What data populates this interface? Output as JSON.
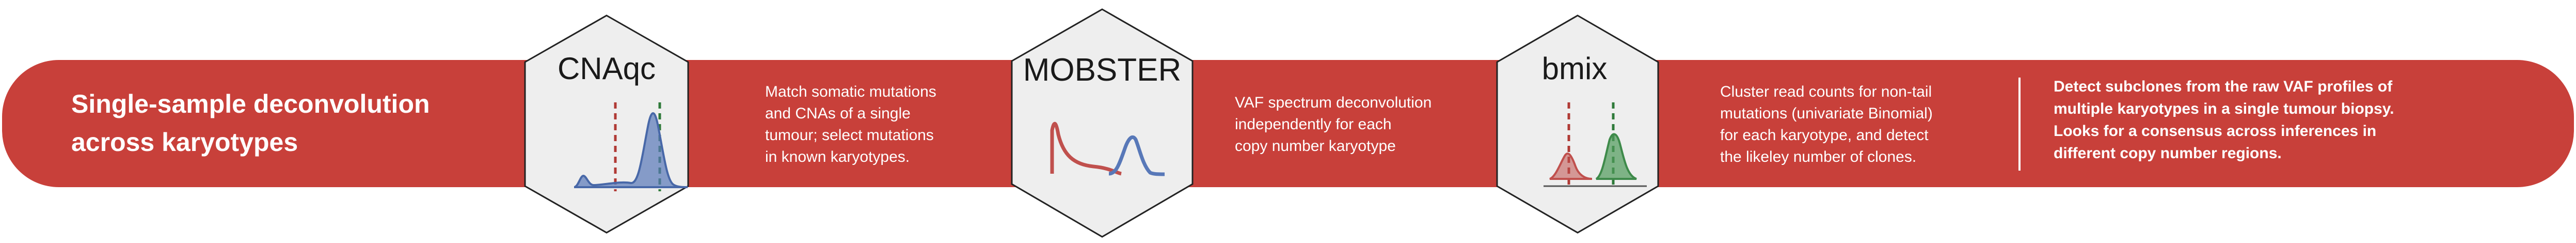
{
  "banner": {
    "title_line1": "Single-sample deconvolution",
    "title_line2": "across karyotypes",
    "colors": {
      "band": "#c8403a",
      "hexagon_fill": "#eeeeee",
      "hexagon_stroke": "#222222",
      "red_curve": "#c0504d",
      "blue_curve": "#5878b8",
      "green_curve": "#4e9a5a"
    }
  },
  "tools": [
    {
      "name": "CNAqc",
      "icon": "vaf-density-blue-peak-icon",
      "description_lines": [
        "Match somatic mutations",
        "and CNAs of a single",
        "tumour; select mutations",
        "in known karyotypes."
      ]
    },
    {
      "name": "MOBSTER",
      "icon": "tail-plus-peak-icon",
      "description_lines": [
        "VAF spectrum deconvolution",
        "independently for each",
        "copy number karyotype"
      ]
    },
    {
      "name": "bmix",
      "icon": "binomial-mixture-icon",
      "description_lines": [
        "Cluster read counts for non-tail",
        "mutations (univariate Binomial)",
        "for each karyotype, and detect",
        "the likeley number of clones."
      ]
    }
  ],
  "summary_lines": [
    "Detect subclones from the raw VAF profiles of",
    "multiple karyotypes in a single tumour biopsy.",
    "Looks for a consensus across inferences in",
    "different copy number regions."
  ]
}
